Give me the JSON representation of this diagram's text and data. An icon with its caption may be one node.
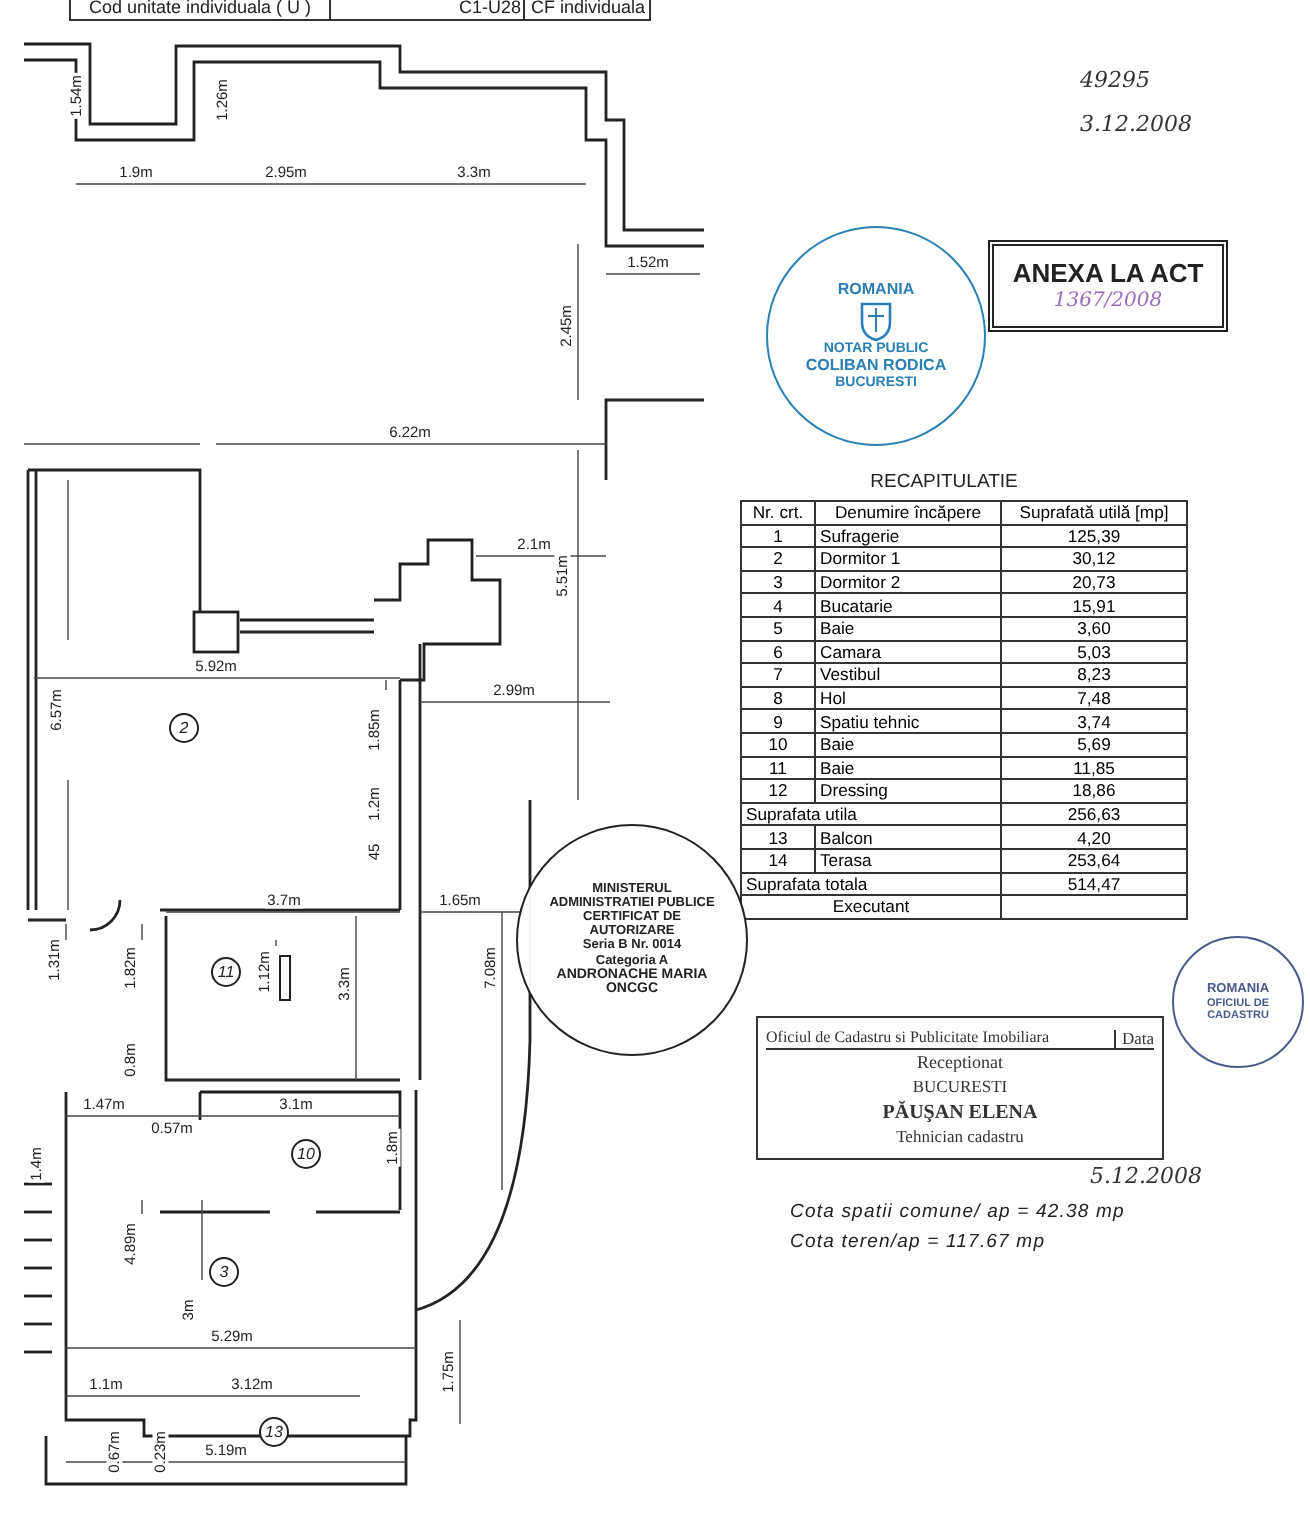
{
  "diagram": {
    "nodes": [
      {
        "text": [
          "ROMANIA",
          "NOTAR PUBLIC",
          "COLIBAN RODICA",
          "BUCURESTI"
        ]
      },
      {
        "text": [
          "ANEXA LA ACT",
          "1367/2008"
        ]
      },
      {
        "text": [
          "ROMANIA",
          "OFICIUL DE CADASTRU"
        ]
      },
      {
        "text": [
          "MINISTERUL ADMINISTRATIEI PUBLICE",
          "CERTIFICAT DE AUTORIZARE",
          "Seria B Nr. 0014",
          "Categoria A",
          "ANDRONACHE MARIA",
          "ONCGC"
        ]
      },
      {
        "text": [
          "Oficiul de Cadastru si Publicitate Imobiliara",
          "Data",
          "Receptionat",
          "BUCURESTI",
          "PĂUŞAN ELENA",
          "Tehnician cadastru"
        ]
      }
    ],
    "labels": [
      "Cod unitate individuala ( U )",
      "C1-U28",
      "CF individuala",
      "49295",
      "3.12.2008",
      "1.54m",
      "1.26m",
      "1.9m",
      "2.95m",
      "3.3m",
      "1.52m",
      "2.45m",
      "6.22m",
      "2.1m",
      "5.51m",
      "5.92m",
      "1.85m",
      "2.99m",
      "6.57m",
      "2",
      "1.2m",
      "45",
      "3.7m",
      "1.65m",
      "1.31m",
      "1.82m",
      "1.12m",
      "11",
      "3.3m",
      "7.08m",
      "0.8m",
      "1.47m",
      "0.57m",
      "3.1m",
      "10",
      "1.8m",
      "1.4m",
      "4.89m",
      "3",
      "3m",
      "5.29m",
      "1.75m",
      "1.1m",
      "3.12m",
      "13",
      "0.67m",
      "0.23m",
      "5.19m",
      "RECAPITULATIE",
      "Nr. crt.",
      "Denumire încăpere",
      "Suprafată utilă [mp]",
      "1",
      "Sufragerie",
      "125,39",
      "2",
      "Dormitor 1",
      "30,12",
      "3",
      "Dormitor 2",
      "20,73",
      "4",
      "Bucatarie",
      "15,91",
      "5",
      "Baie",
      "3,60",
      "6",
      "Camara",
      "5,03",
      "7",
      "Vestibul",
      "8,23",
      "8",
      "Hol",
      "7,48",
      "9",
      "Spatiu tehnic",
      "3,74",
      "10",
      "Baie",
      "5,69",
      "11",
      "Baie",
      "11,85",
      "12",
      "Dressing",
      "18,86",
      "Suprafata utila",
      "256,63",
      "13",
      "Balcon",
      "4,20",
      "14",
      "Terasa",
      "253,64",
      "Suprafata totala",
      "514,47",
      "Executant",
      "5.12.2008",
      "Cota spatii comune/ ap = 42.38 mp",
      "Cota teren/ap = 117.67 mp"
    ]
  }
}
